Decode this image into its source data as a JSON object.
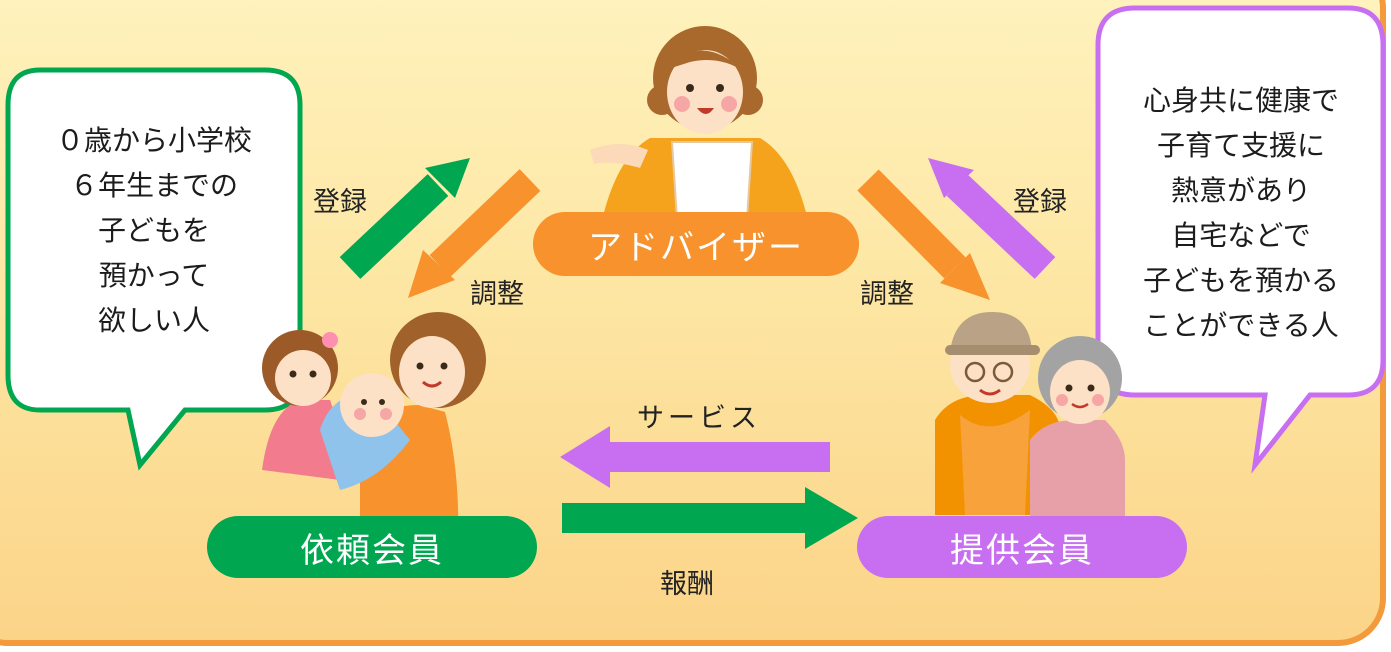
{
  "center": {
    "label": "アドバイザー"
  },
  "left_member": {
    "label": "依頼会員"
  },
  "right_member": {
    "label": "提供会員"
  },
  "left_bubble": {
    "lines": [
      "０歳から小学校",
      "６年生までの",
      "子どもを",
      "預かって",
      "欲しい人"
    ]
  },
  "right_bubble": {
    "lines": [
      "心身共に健康で",
      "子育て支援に",
      "熱意があり",
      "自宅などで",
      "子どもを預かる",
      "ことができる人"
    ]
  },
  "arrows": {
    "left_register": "登録",
    "left_adjust": "調整",
    "right_register": "登録",
    "right_adjust": "調整",
    "service": "サービス",
    "reward": "報酬"
  },
  "colors": {
    "green": "#00a650",
    "orange": "#f7922c",
    "purple": "#c86ef0",
    "frame": "#f29a3c"
  }
}
